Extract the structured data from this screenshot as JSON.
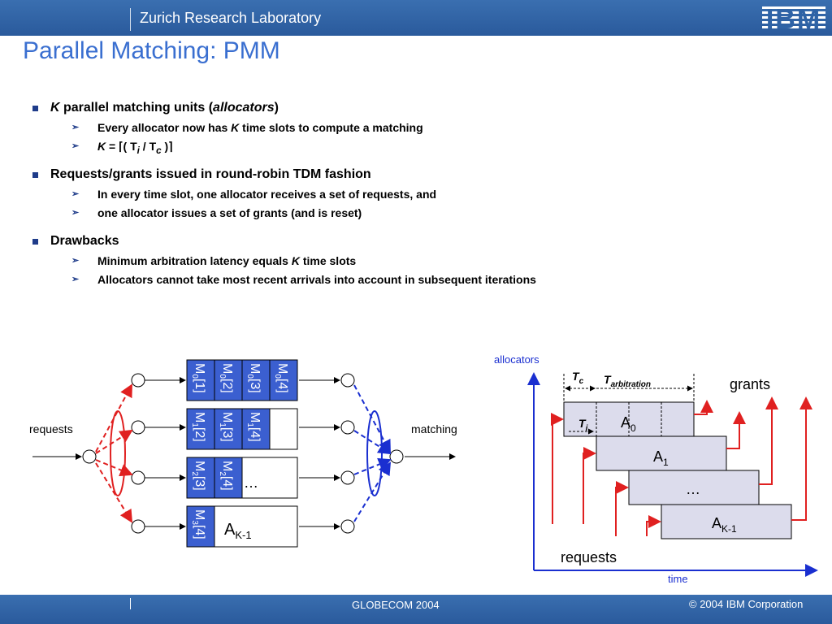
{
  "header": {
    "lab": "Zurich Research Laboratory",
    "logo_text": "IBM"
  },
  "title": "Parallel Matching: PMM",
  "bullets": [
    {
      "text_italic": "K",
      "text": " parallel matching units (",
      "text_italic2": "allocators",
      "text_end": ")",
      "subs": [
        {
          "pre": "Every allocator now has ",
          "it": "K",
          "post": " time slots to compute a matching"
        },
        {
          "pre": "",
          "it": "K",
          "post": " = ⌈( T",
          "sub1": "i",
          "mid": " / T",
          "sub2": "c",
          "end": " )⌉"
        }
      ]
    },
    {
      "text": "Requests/grants issued in round-robin TDM fashion",
      "subs": [
        {
          "pre": "In every time slot, one allocator receives a set of requests, and"
        },
        {
          "pre": "one allocator issues a set of grants (and is reset)"
        }
      ]
    },
    {
      "text": "Drawbacks",
      "subs": [
        {
          "pre": "Minimum arbitration latency equals ",
          "it": "K",
          "post": " time slots"
        },
        {
          "pre": "Allocators cannot take most recent arrivals into account in subsequent iterations"
        }
      ]
    }
  ],
  "left_diagram": {
    "requests_label": "requests",
    "matching_label": "matching",
    "rows": [
      {
        "cells": [
          {
            "m": "M",
            "s": "0",
            "i": "[1]"
          },
          {
            "m": "M",
            "s": "0",
            "i": "[2]"
          },
          {
            "m": "M",
            "s": "0",
            "i": "[3]"
          },
          {
            "m": "M",
            "s": "0",
            "i": "[4]"
          }
        ],
        "tail": ""
      },
      {
        "cells": [
          {
            "m": "M",
            "s": "1",
            "i": "[2]"
          },
          {
            "m": "M",
            "s": "1",
            "i": "[3]"
          },
          {
            "m": "M",
            "s": "1",
            "i": "[4]"
          }
        ],
        "tail": ""
      },
      {
        "cells": [
          {
            "m": "M",
            "s": "2",
            "i": "[3]"
          },
          {
            "m": "M",
            "s": "2",
            "i": "[4]"
          }
        ],
        "tail": "…"
      },
      {
        "cells": [
          {
            "m": "M",
            "s": "3",
            "i": "[4]"
          }
        ],
        "tail": "A",
        "tail_sub": "K-1"
      }
    ]
  },
  "right_diagram": {
    "allocators_label": "allocators",
    "time_label": "time",
    "grants_label": "grants",
    "requests_label": "requests",
    "tc_label": "T",
    "tc_sub": "c",
    "tarb_label": "T",
    "tarb_sub": "arbitration",
    "ti_label": "T",
    "ti_sub": "i",
    "boxes": [
      {
        "a": "A",
        "s": "0"
      },
      {
        "a": "A",
        "s": "1"
      },
      {
        "a": "…",
        "s": ""
      },
      {
        "a": "A",
        "s": "K-1"
      }
    ]
  },
  "footer": {
    "conference": "GLOBECOM 2004",
    "copyright": "© 2004 IBM Corporation"
  },
  "colors": {
    "title": "#3a6fd0",
    "header": "#2f63a6",
    "cell": "#3b5fd0",
    "red": "#e02020",
    "blue": "#1a2fd0"
  }
}
